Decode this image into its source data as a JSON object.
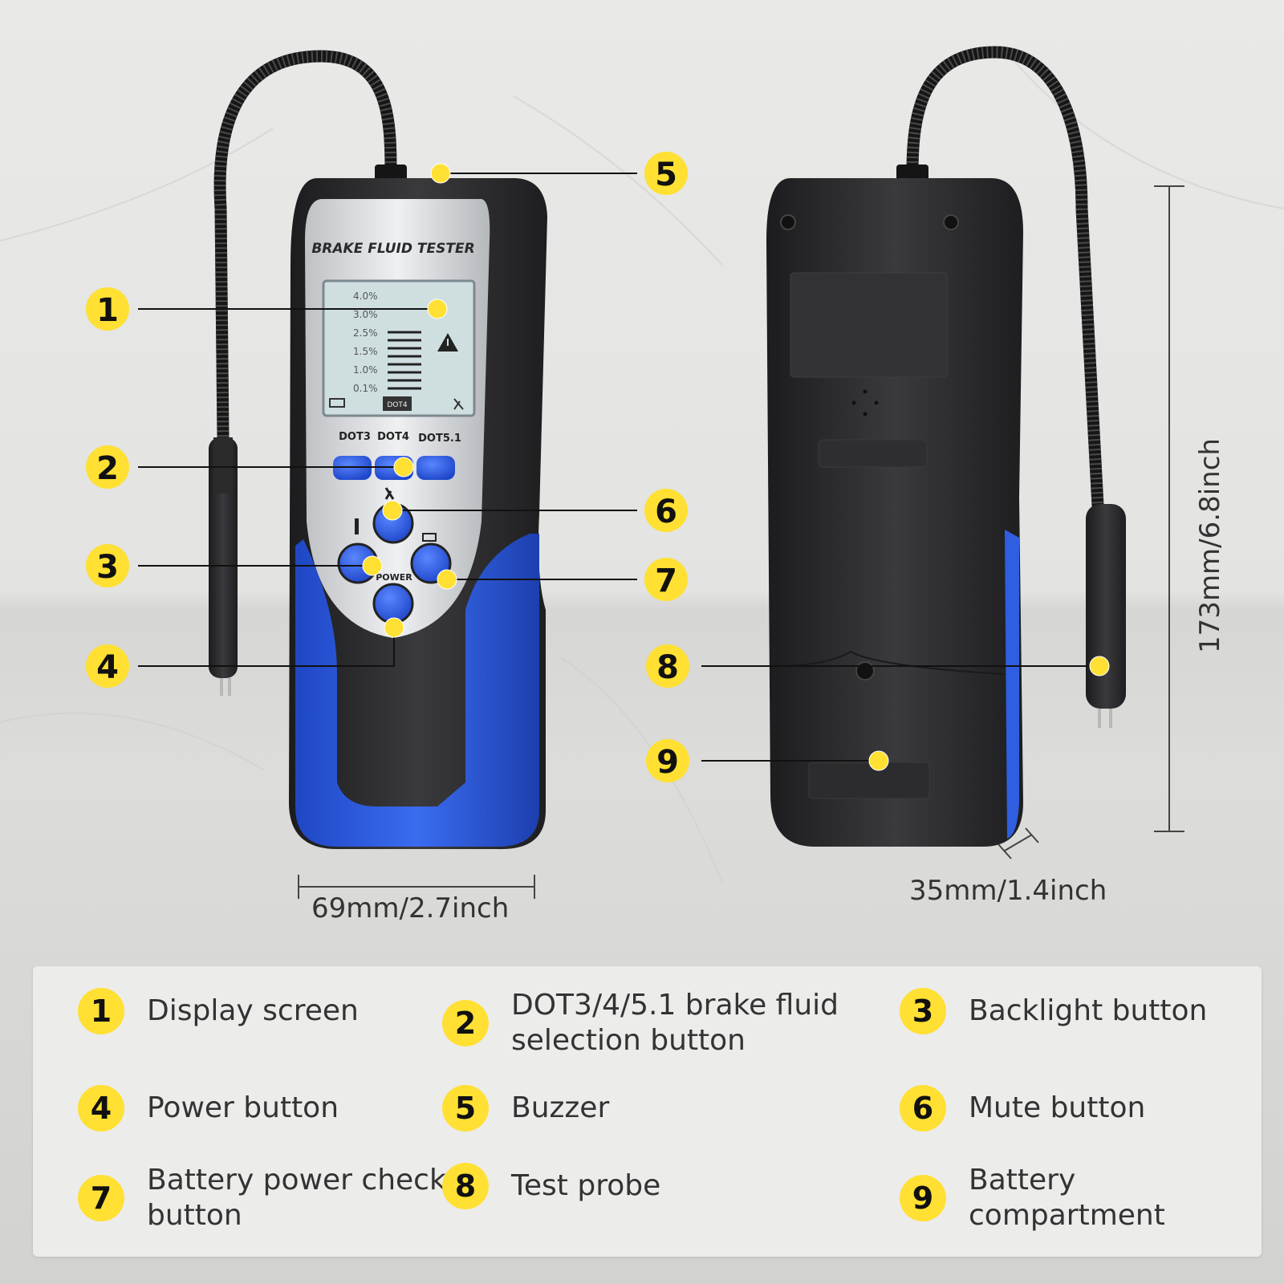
{
  "device": {
    "brand_label": "BRAKE FLUID TESTER",
    "lcd_scale": [
      "4.0%",
      "3.0%",
      "2.5%",
      "1.5%",
      "1.0%",
      "0.1%"
    ],
    "lcd_mode": "DOT4",
    "dot_buttons": [
      "DOT3",
      "DOT4",
      "DOT5.1"
    ],
    "power_label": "POWER"
  },
  "dimensions": {
    "width": "69mm/2.7inch",
    "height": "173mm/6.8inch",
    "depth": "35mm/1.4inch"
  },
  "callouts": [
    "1",
    "2",
    "3",
    "4",
    "5",
    "6",
    "7",
    "8",
    "9"
  ],
  "legend": [
    {
      "num": "1",
      "text": "Display screen"
    },
    {
      "num": "2",
      "text": "DOT3/4/5.1 brake fluid selection button"
    },
    {
      "num": "3",
      "text": "Backlight button"
    },
    {
      "num": "4",
      "text": "Power button"
    },
    {
      "num": "5",
      "text": "Buzzer"
    },
    {
      "num": "6",
      "text": "Mute button"
    },
    {
      "num": "7",
      "text": "Battery power check button"
    },
    {
      "num": "8",
      "text": "Test probe"
    },
    {
      "num": "9",
      "text": "Battery compartment"
    }
  ],
  "colors": {
    "accent_yellow": "#ffe033",
    "body_blue": "#2f5fe0",
    "body_black": "#2b2b2d"
  }
}
